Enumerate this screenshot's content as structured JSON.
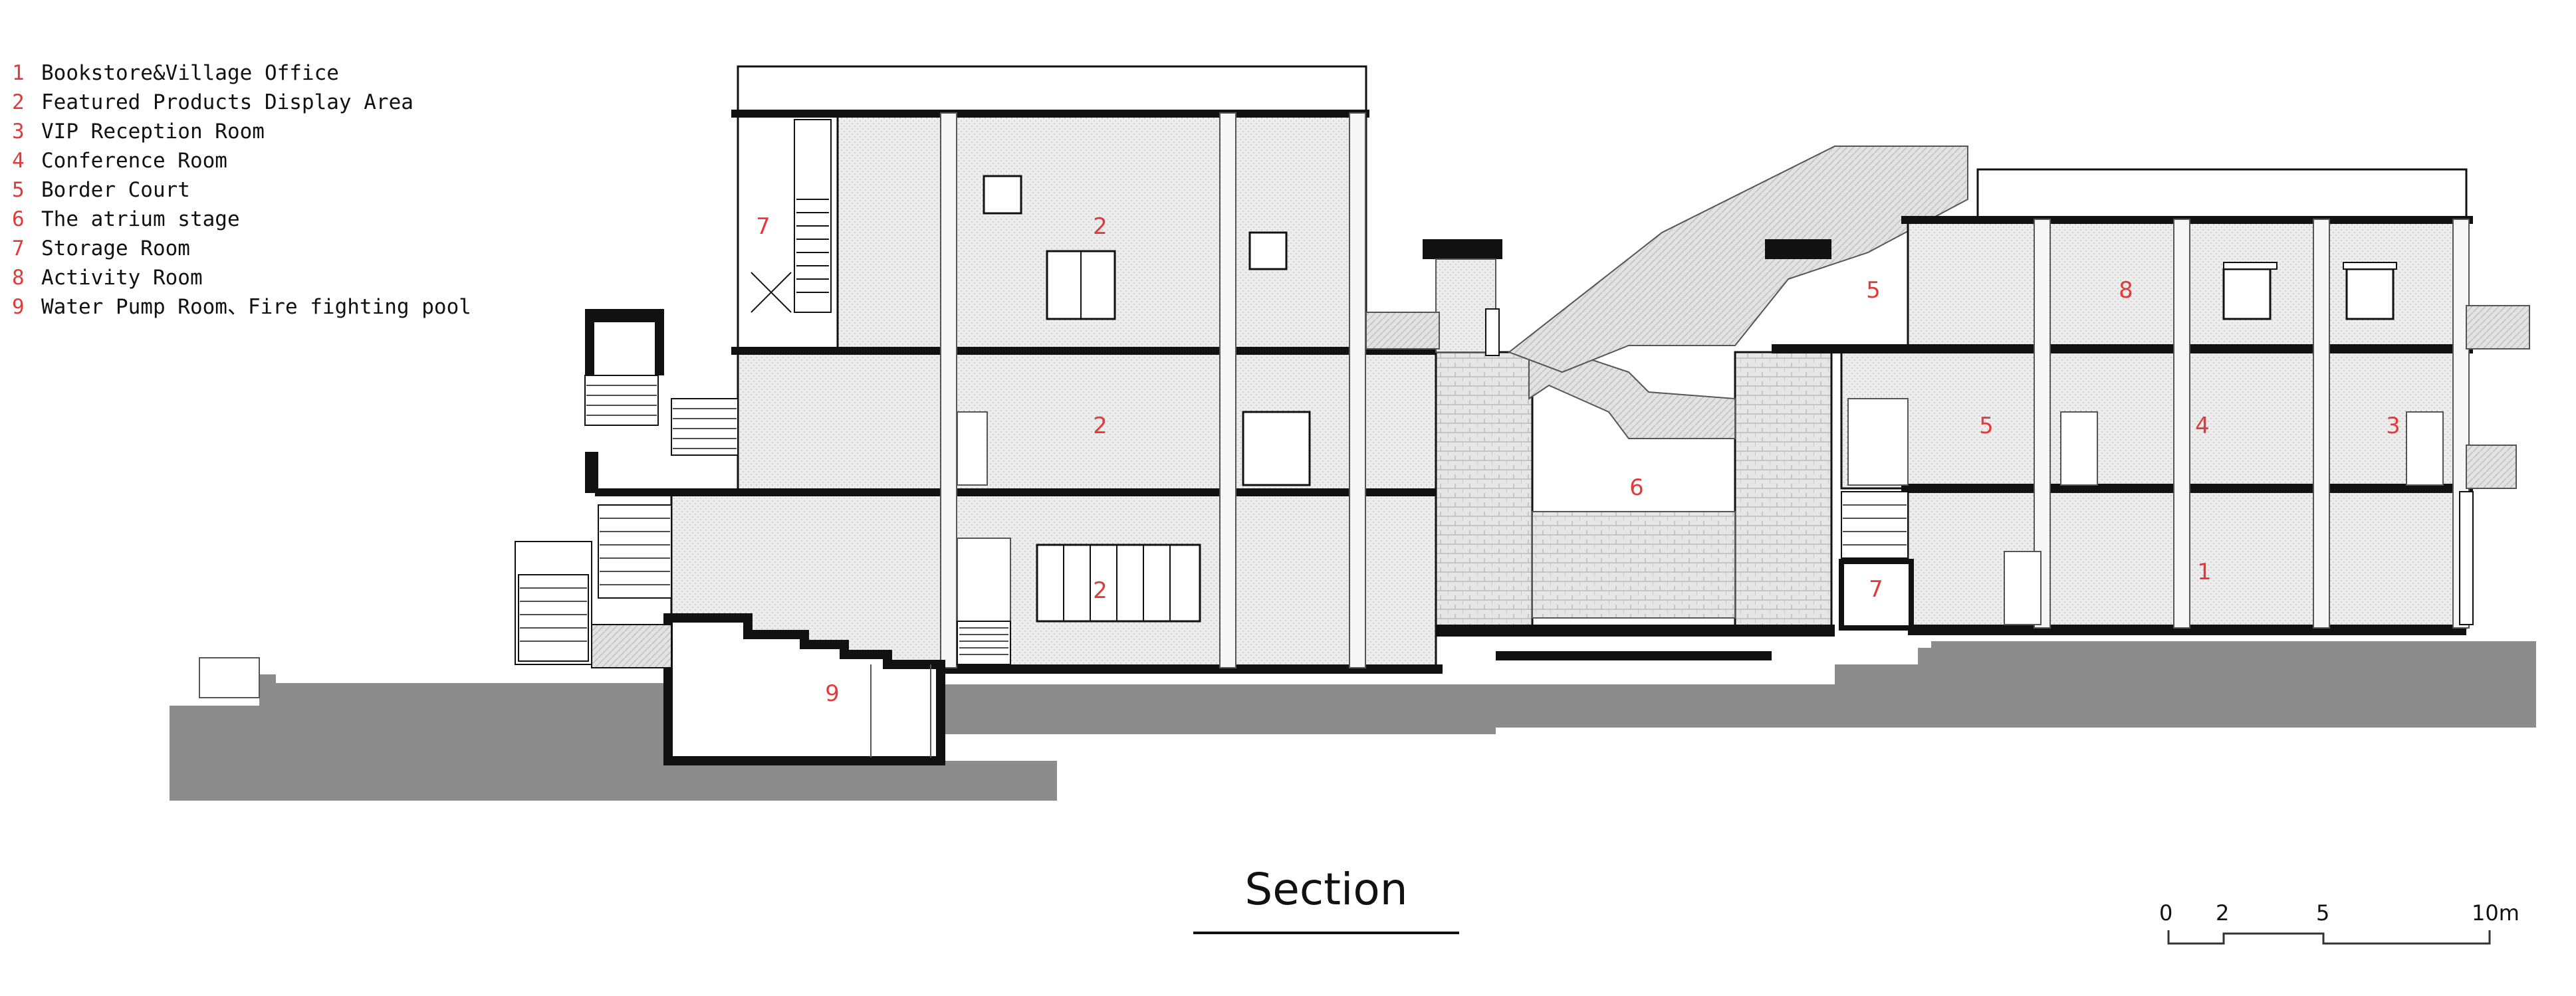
{
  "legend": [
    {
      "num": "1",
      "label": "Bookstore&Village Office"
    },
    {
      "num": "2",
      "label": "Featured Products Display Area"
    },
    {
      "num": "3",
      "label": "VIP Reception Room"
    },
    {
      "num": "4",
      "label": "Conference Room"
    },
    {
      "num": "5",
      "label": "Border Court"
    },
    {
      "num": "6",
      "label": "The atrium stage"
    },
    {
      "num": "7",
      "label": "Storage Room"
    },
    {
      "num": "8",
      "label": "Activity Room"
    },
    {
      "num": "9",
      "label": "Water Pump Room、Fire fighting pool"
    }
  ],
  "room_labels": [
    "7",
    "2",
    "2",
    "2",
    "9",
    "6",
    "5",
    "8",
    "5",
    "4",
    "3",
    "7",
    "1"
  ],
  "title": "Section",
  "scale": {
    "ticks": [
      "0",
      "2",
      "5",
      "10m"
    ]
  },
  "colors": {
    "label_red": "#e23a3a",
    "ground": "#8c8c8c",
    "wall": "#111111",
    "fill": "#ececec"
  }
}
